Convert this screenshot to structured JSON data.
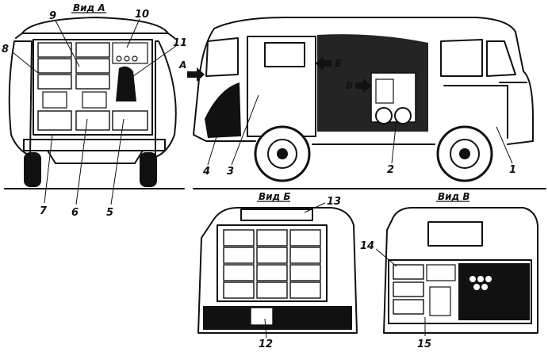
{
  "views": {
    "view_a": "Вид А",
    "view_b": "Вид Б",
    "view_v": "Вид В"
  },
  "arrows": {
    "a": "А",
    "b": "Б",
    "v": "В"
  },
  "callouts": {
    "n1": "1",
    "n2": "2",
    "n3": "3",
    "n4": "4",
    "n5": "5",
    "n6": "6",
    "n7": "7",
    "n8": "8",
    "n9": "9",
    "n10": "10",
    "n11": "11",
    "n12": "12",
    "n13": "13",
    "n14": "14",
    "n15": "15"
  },
  "colors": {
    "ink": "#111111",
    "paper": "#ffffff"
  }
}
